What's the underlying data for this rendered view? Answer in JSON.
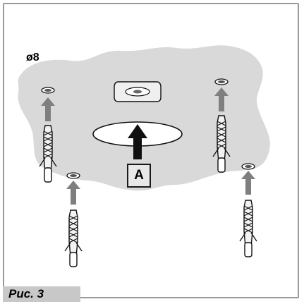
{
  "figure": {
    "diameter_label": "ø8",
    "part_label": "A",
    "caption": "Рис. 3"
  },
  "colors": {
    "wall": "#d9d9d9",
    "arrow_grey": "#7f7f7f",
    "arrow_black": "#111111",
    "caption_bg": "#c8c8c8",
    "frame": "#9a9a9a"
  },
  "icons": [
    "wall-plug-icon",
    "arrow-up-icon",
    "screw-hole-icon",
    "mounting-plate-icon"
  ]
}
